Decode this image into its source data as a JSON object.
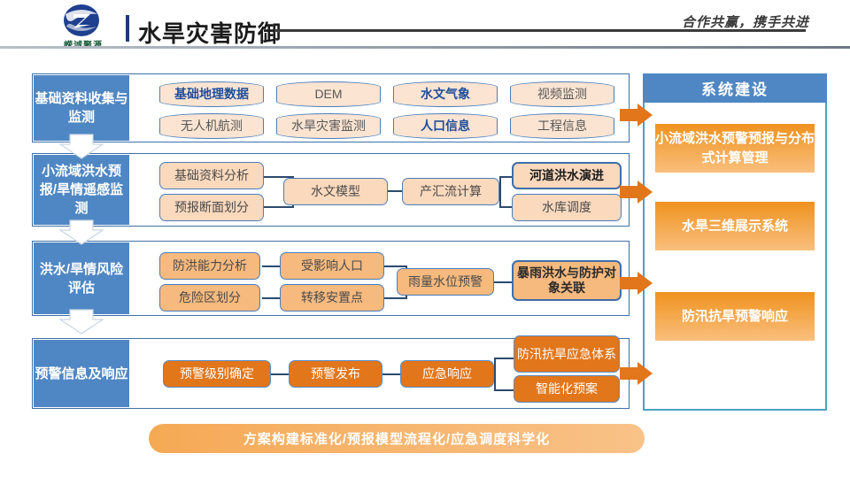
{
  "header": {
    "logo_text": "嵘诚聚源",
    "title": "水旱灾害防御",
    "tagline": "合作共赢，携手共进"
  },
  "flow": {
    "stages": [
      {
        "label": "基础资料收集与监测",
        "nodes": [
          {
            "text": "基础地理数据",
            "emphasis": true
          },
          {
            "text": "DEM",
            "emphasis": false
          },
          {
            "text": "水文气象",
            "emphasis": true
          },
          {
            "text": "视频监测",
            "emphasis": false
          },
          {
            "text": "无人机航测",
            "emphasis": false
          },
          {
            "text": "水旱灾害监测",
            "emphasis": false
          },
          {
            "text": "人口信息",
            "emphasis": true
          },
          {
            "text": "工程信息",
            "emphasis": false
          }
        ]
      },
      {
        "label": "小流域洪水预报/旱情遥感监测",
        "nodes": [
          {
            "text": "基础资料分析",
            "emphasis": false
          },
          {
            "text": "预报断面划分",
            "emphasis": false
          },
          {
            "text": "水文模型",
            "emphasis": false
          },
          {
            "text": "产汇流计算",
            "emphasis": false
          },
          {
            "text": "河道洪水演进",
            "emphasis": true
          },
          {
            "text": "水库调度",
            "emphasis": false
          }
        ]
      },
      {
        "label": "洪水/旱情风险评估",
        "nodes": [
          {
            "text": "防洪能力分析",
            "emphasis": false
          },
          {
            "text": "危险区划分",
            "emphasis": false
          },
          {
            "text": "受影响人口",
            "emphasis": false
          },
          {
            "text": "转移安置点",
            "emphasis": false
          },
          {
            "text": "雨量水位预警",
            "emphasis": false
          },
          {
            "text": "暴雨洪水与防护对象关联",
            "emphasis": true
          }
        ]
      },
      {
        "label": "预警信息及响应",
        "nodes": [
          {
            "text": "预警级别确定",
            "emphasis": false
          },
          {
            "text": "预警发布",
            "emphasis": false
          },
          {
            "text": "应急响应",
            "emphasis": false
          },
          {
            "text": "防汛抗旱应急体系",
            "emphasis": false
          },
          {
            "text": "智能化预案",
            "emphasis": false
          }
        ]
      }
    ]
  },
  "right_panel": {
    "title": "系统建设",
    "items": [
      {
        "text": "小流域洪水预警预报与分布式计算管理"
      },
      {
        "text": "水旱三维展示系统"
      },
      {
        "text": "防汛抗旱预警响应"
      }
    ]
  },
  "banner": {
    "text": "方案构建标准化/预报模型流程化/应急调度科学化"
  },
  "colors": {
    "stage_blue": "#4f87c4",
    "accent_orange": "#e2761b",
    "panel_border": "#4aa3c4",
    "node_border": "#4a7ebb"
  }
}
